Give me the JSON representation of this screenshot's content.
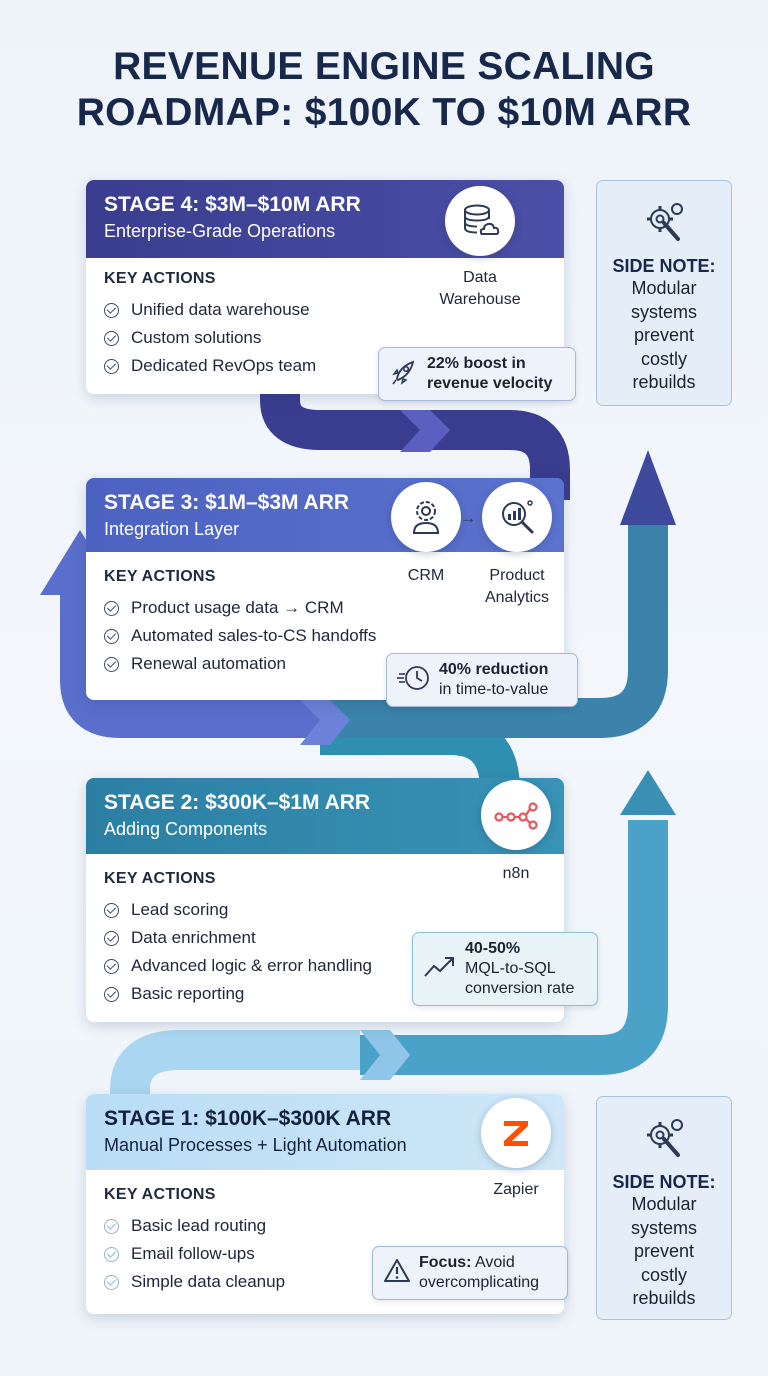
{
  "title_line1": "REVENUE ENGINE SCALING",
  "title_line2": "ROADMAP: $100K TO $10M ARR",
  "key_actions_label": "KEY ACTIONS",
  "colors": {
    "stage4": "#3a3d8f",
    "stage3": "#5068c6",
    "stage2": "#2f86a8",
    "stage1": "#8ec5e8",
    "title": "#17284a"
  },
  "stages": {
    "s4": {
      "title": "STAGE 4: $3M–$10M ARR",
      "subtitle": "Enterprise-Grade Operations",
      "actions": [
        "Unified data warehouse",
        "Custom solutions",
        "Dedicated RevOps team"
      ],
      "tools": [
        "Data",
        "Warehouse"
      ],
      "metric_bold": "22% boost in",
      "metric_rest": "revenue velocity",
      "metric_icon": "rocket-icon"
    },
    "s3": {
      "title": "STAGE 3: $1M–$3M ARR",
      "subtitle": "Integration Layer",
      "actions": [
        "Product usage data → CRM",
        "Automated sales-to-CS handoffs",
        "Renewal automation"
      ],
      "tool1": "CRM",
      "tool2": [
        "Product",
        "Analytics"
      ],
      "metric_bold": "40% reduction",
      "metric_rest": "in time-to-value",
      "metric_icon": "clock-icon"
    },
    "s2": {
      "title": "STAGE 2: $300K–$1M ARR",
      "subtitle": "Adding Components",
      "actions": [
        "Lead scoring",
        "Data enrichment",
        "Advanced logic & error handling",
        "Basic reporting"
      ],
      "tool": "n8n",
      "metric_bold": "40-50%",
      "metric_rest1": "MQL-to-SQL",
      "metric_rest2": "conversion rate",
      "metric_icon": "trend-up-icon"
    },
    "s1": {
      "title": "STAGE 1: $100K–$300K ARR",
      "subtitle": "Manual Processes + Light Automation",
      "actions": [
        "Basic lead routing",
        "Email follow-ups",
        "Simple data cleanup"
      ],
      "tool": "Zapier",
      "metric_bold": "Focus:",
      "metric_rest_a": "Avoid",
      "metric_rest_b": "overcomplicating",
      "metric_icon": "warning-icon"
    }
  },
  "side_note": {
    "heading": "SIDE NOTE:",
    "lines": [
      "Modular",
      "systems",
      "prevent",
      "costly",
      "rebuilds"
    ]
  }
}
